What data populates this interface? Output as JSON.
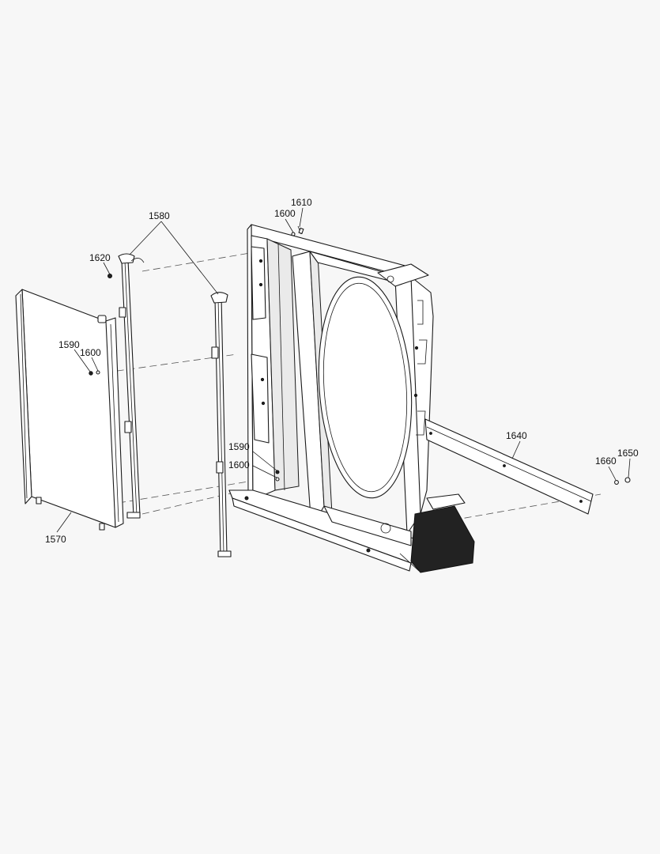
{
  "diagram": {
    "callouts": {
      "p1570": "1570",
      "p1580": "1580",
      "p1590a": "1590",
      "p1590b": "1590",
      "p1600a": "1600",
      "p1600b": "1600",
      "p1600c": "1600",
      "p1610": "1610",
      "p1620": "1620",
      "p1640": "1640",
      "p1650": "1650",
      "p1660": "1660"
    }
  }
}
